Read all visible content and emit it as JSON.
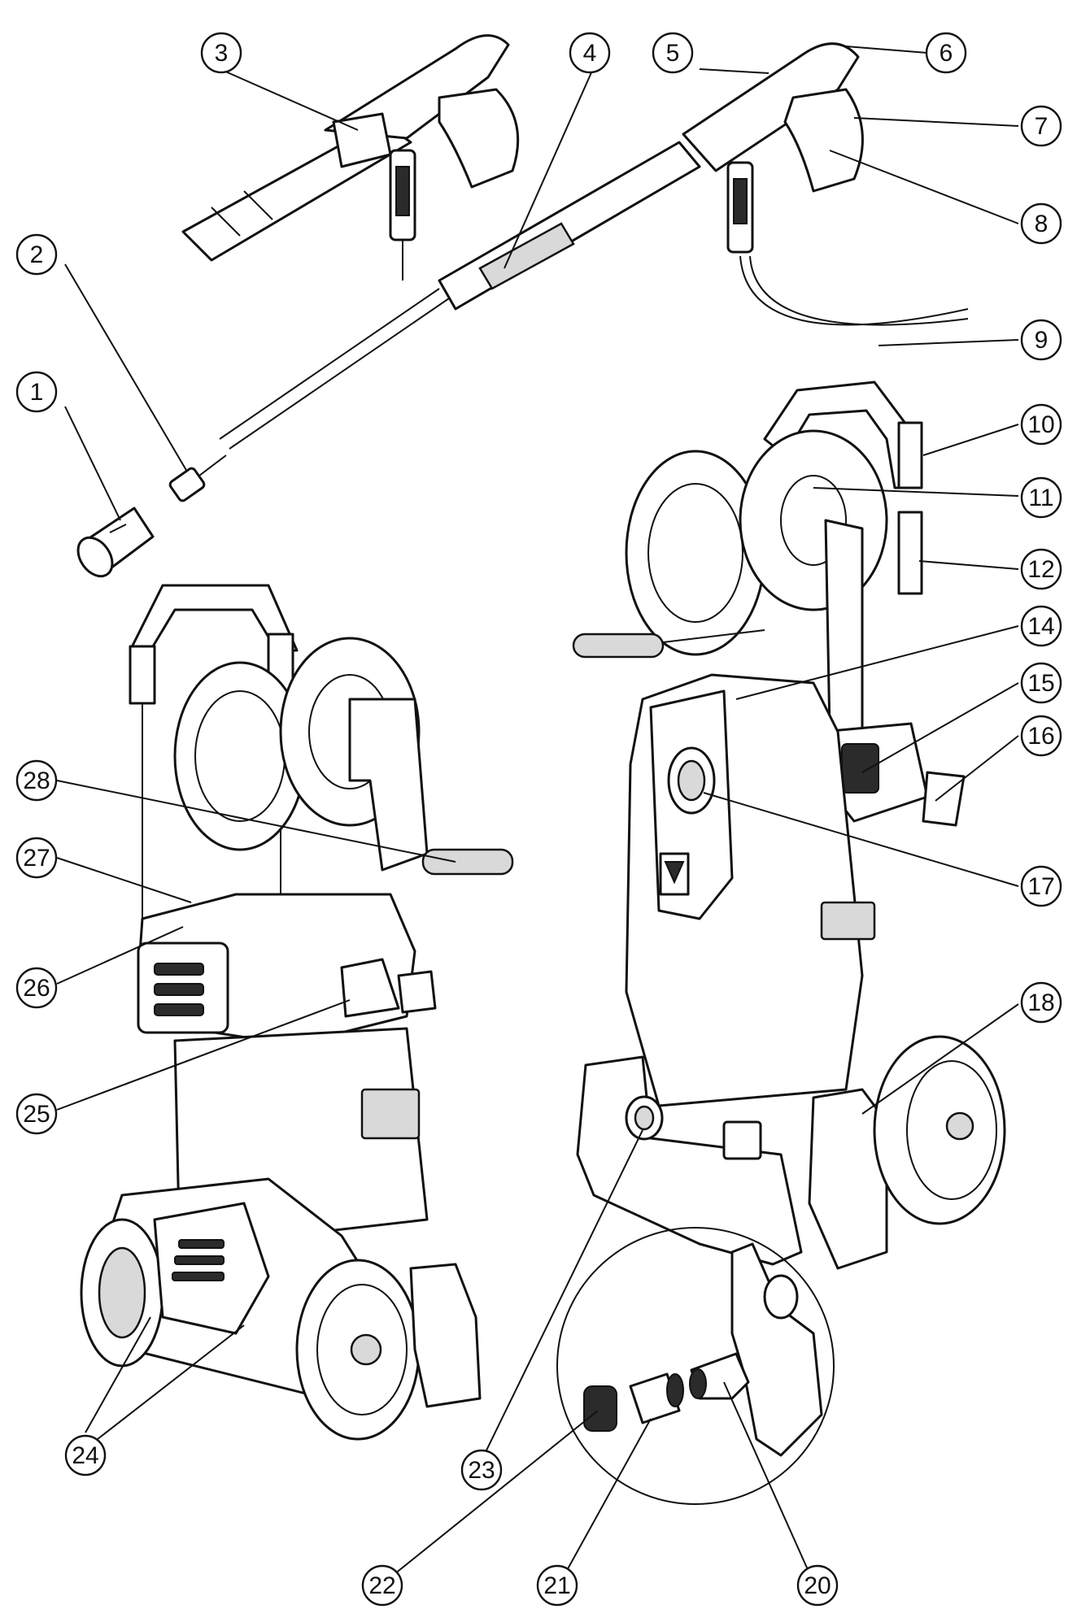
{
  "callouts": [
    {
      "id": "c1",
      "label": "1"
    },
    {
      "id": "c2",
      "label": "2"
    },
    {
      "id": "c3",
      "label": "3"
    },
    {
      "id": "c4",
      "label": "4"
    },
    {
      "id": "c5",
      "label": "5"
    },
    {
      "id": "c6",
      "label": "6"
    },
    {
      "id": "c7",
      "label": "7"
    },
    {
      "id": "c8",
      "label": "8"
    },
    {
      "id": "c9",
      "label": "9"
    },
    {
      "id": "c10",
      "label": "10"
    },
    {
      "id": "c11",
      "label": "11"
    },
    {
      "id": "c12",
      "label": "12"
    },
    {
      "id": "c14",
      "label": "14"
    },
    {
      "id": "c15",
      "label": "15"
    },
    {
      "id": "c16",
      "label": "16"
    },
    {
      "id": "c17",
      "label": "17"
    },
    {
      "id": "c18",
      "label": "18"
    },
    {
      "id": "c20",
      "label": "20"
    },
    {
      "id": "c21",
      "label": "21"
    },
    {
      "id": "c22",
      "label": "22"
    },
    {
      "id": "c23",
      "label": "23"
    },
    {
      "id": "c24",
      "label": "24"
    },
    {
      "id": "c25",
      "label": "25"
    },
    {
      "id": "c26",
      "label": "26"
    },
    {
      "id": "c27",
      "label": "27"
    },
    {
      "id": "c28",
      "label": "28"
    }
  ],
  "colors": {
    "line": "#111111",
    "background": "#ffffff"
  }
}
